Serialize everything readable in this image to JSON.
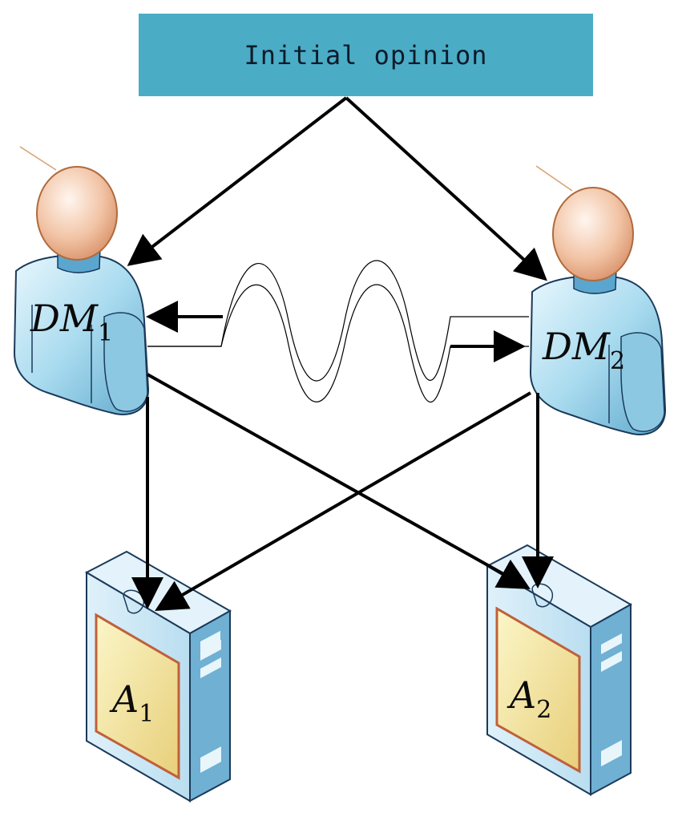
{
  "diagram": {
    "title": "Initial opinion",
    "decision_makers": [
      {
        "name": "DM",
        "index": "1"
      },
      {
        "name": "DM",
        "index": "2"
      }
    ],
    "alternatives": [
      {
        "name": "A",
        "index": "1"
      },
      {
        "name": "A",
        "index": "2"
      }
    ]
  },
  "colors": {
    "banner": "#4bacc6",
    "person_body": "#9fd3ea",
    "person_head": "#f2c8ad",
    "server_body": "#8fc3df",
    "server_panel": "#f3e9a0",
    "panel_border": "#c0603a",
    "arrow": "#000000"
  }
}
